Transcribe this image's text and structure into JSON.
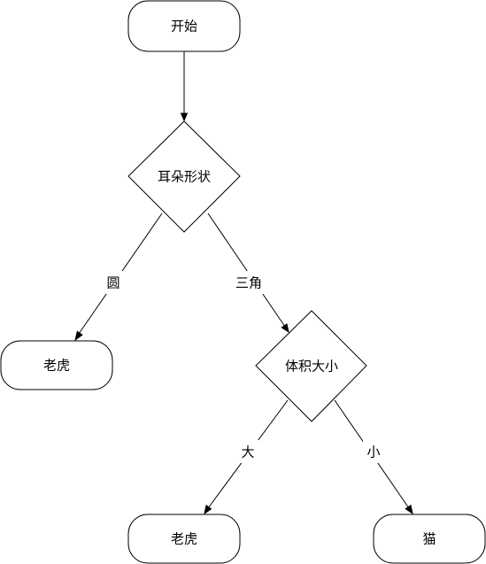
{
  "diagram": {
    "nodes": {
      "start": "开始",
      "ear_shape": "耳朵形状",
      "tiger_left": "老虎",
      "body_size": "体积大小",
      "tiger_bottom": "老虎",
      "cat": "猫"
    },
    "edges": {
      "round": "圆",
      "triangle": "三角",
      "big": "大",
      "small": "小"
    },
    "colors": {
      "stroke": "#000000",
      "fill": "#ffffff"
    }
  }
}
